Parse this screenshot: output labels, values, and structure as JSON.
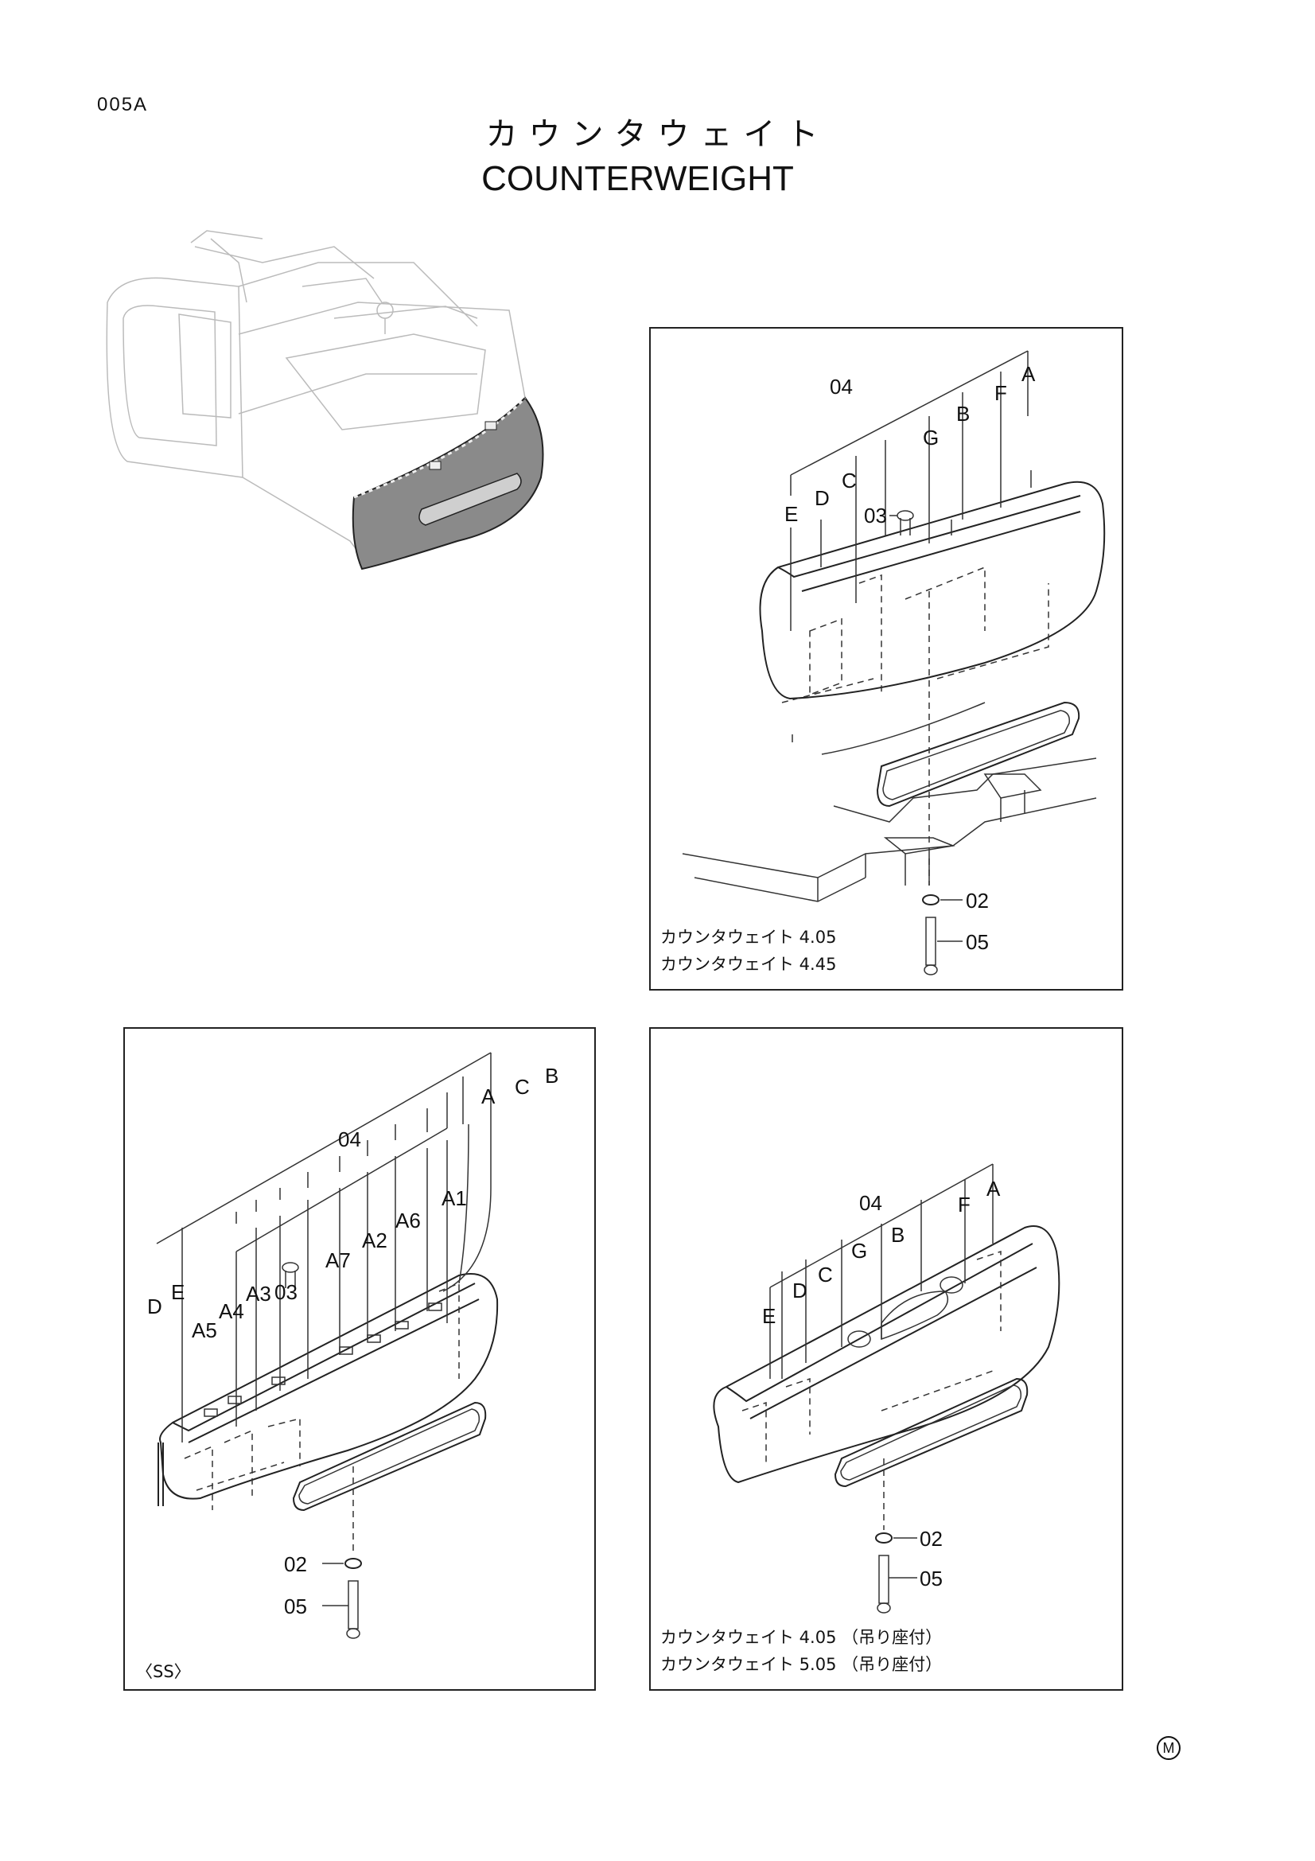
{
  "header": {
    "page_code": "005A",
    "title_jp": "カウンタウェイト",
    "title_en": "COUNTERWEIGHT"
  },
  "panel_top_right": {
    "labels": [
      "04",
      "A",
      "F",
      "B",
      "G",
      "C",
      "D",
      "E",
      "03",
      "02",
      "05"
    ],
    "caption": [
      "カウンタウェイト 4.05",
      "カウンタウェイト 4.45"
    ]
  },
  "panel_bottom_left": {
    "labels": [
      "04",
      "A",
      "C",
      "B",
      "A1",
      "A6",
      "A2",
      "A7",
      "03",
      "A3",
      "A4",
      "A5",
      "E",
      "D",
      "02",
      "05"
    ],
    "caption": [
      "〈SS〉"
    ]
  },
  "panel_bottom_right": {
    "labels": [
      "04",
      "A",
      "F",
      "B",
      "G",
      "C",
      "D",
      "E",
      "02",
      "05"
    ],
    "caption": [
      "カウンタウェイト 4.05 （吊り座付）",
      "カウンタウェイト 5.05 （吊り座付）"
    ]
  },
  "footer": {
    "mark": "M"
  }
}
